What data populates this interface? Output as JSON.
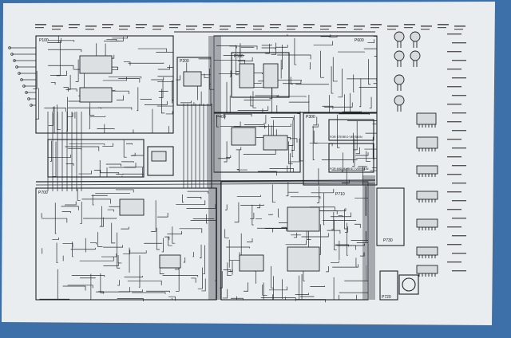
{
  "document": {
    "type": "circuit-schematic",
    "colors": {
      "paper": "#e9edf0",
      "ink": "#2a2e33",
      "background": "#3d6fa8"
    }
  },
  "blocks": [
    {
      "id": "p100",
      "label": "P100"
    },
    {
      "id": "p200",
      "label": "P200"
    },
    {
      "id": "p600",
      "label": "P600"
    },
    {
      "id": "p500",
      "label": "P500"
    },
    {
      "id": "p400",
      "label": "P400"
    },
    {
      "id": "p300",
      "label": "P300"
    },
    {
      "id": "p700",
      "label": "P700"
    },
    {
      "id": "p710",
      "label": "P710"
    },
    {
      "id": "p730",
      "label": "P730"
    },
    {
      "id": "p720",
      "label": "P720"
    }
  ],
  "notes": {
    "version_a": "FOR STEREO VERSION",
    "version_b": "FOR MID-MARKET VERSION"
  }
}
